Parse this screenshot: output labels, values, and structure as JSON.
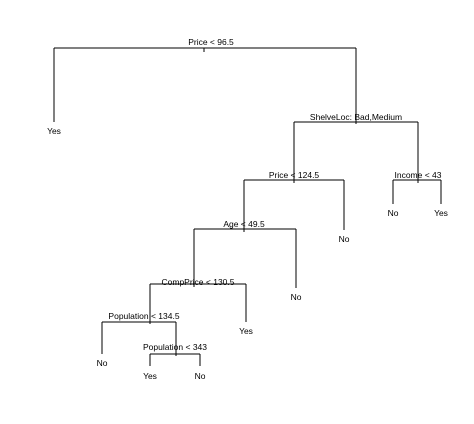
{
  "tree": {
    "root_split": "Price < 96.5",
    "root_left_leaf": "Yes",
    "shelveloc_split": "ShelveLoc: Bad,Medium",
    "price_split": "Price < 124.5",
    "price_right_leaf": "No",
    "age_split": "Age < 49.5",
    "age_right_leaf": "No",
    "compprice_split": "CompPrice < 130.5",
    "compprice_right_leaf": "Yes",
    "population1_split": "Population < 134.5",
    "population1_left_leaf": "No",
    "population2_split": "Population < 343",
    "population2_left_leaf": "Yes",
    "population2_right_leaf": "No",
    "income_split": "Income < 43",
    "income_left_leaf": "No",
    "income_right_leaf": "Yes"
  }
}
